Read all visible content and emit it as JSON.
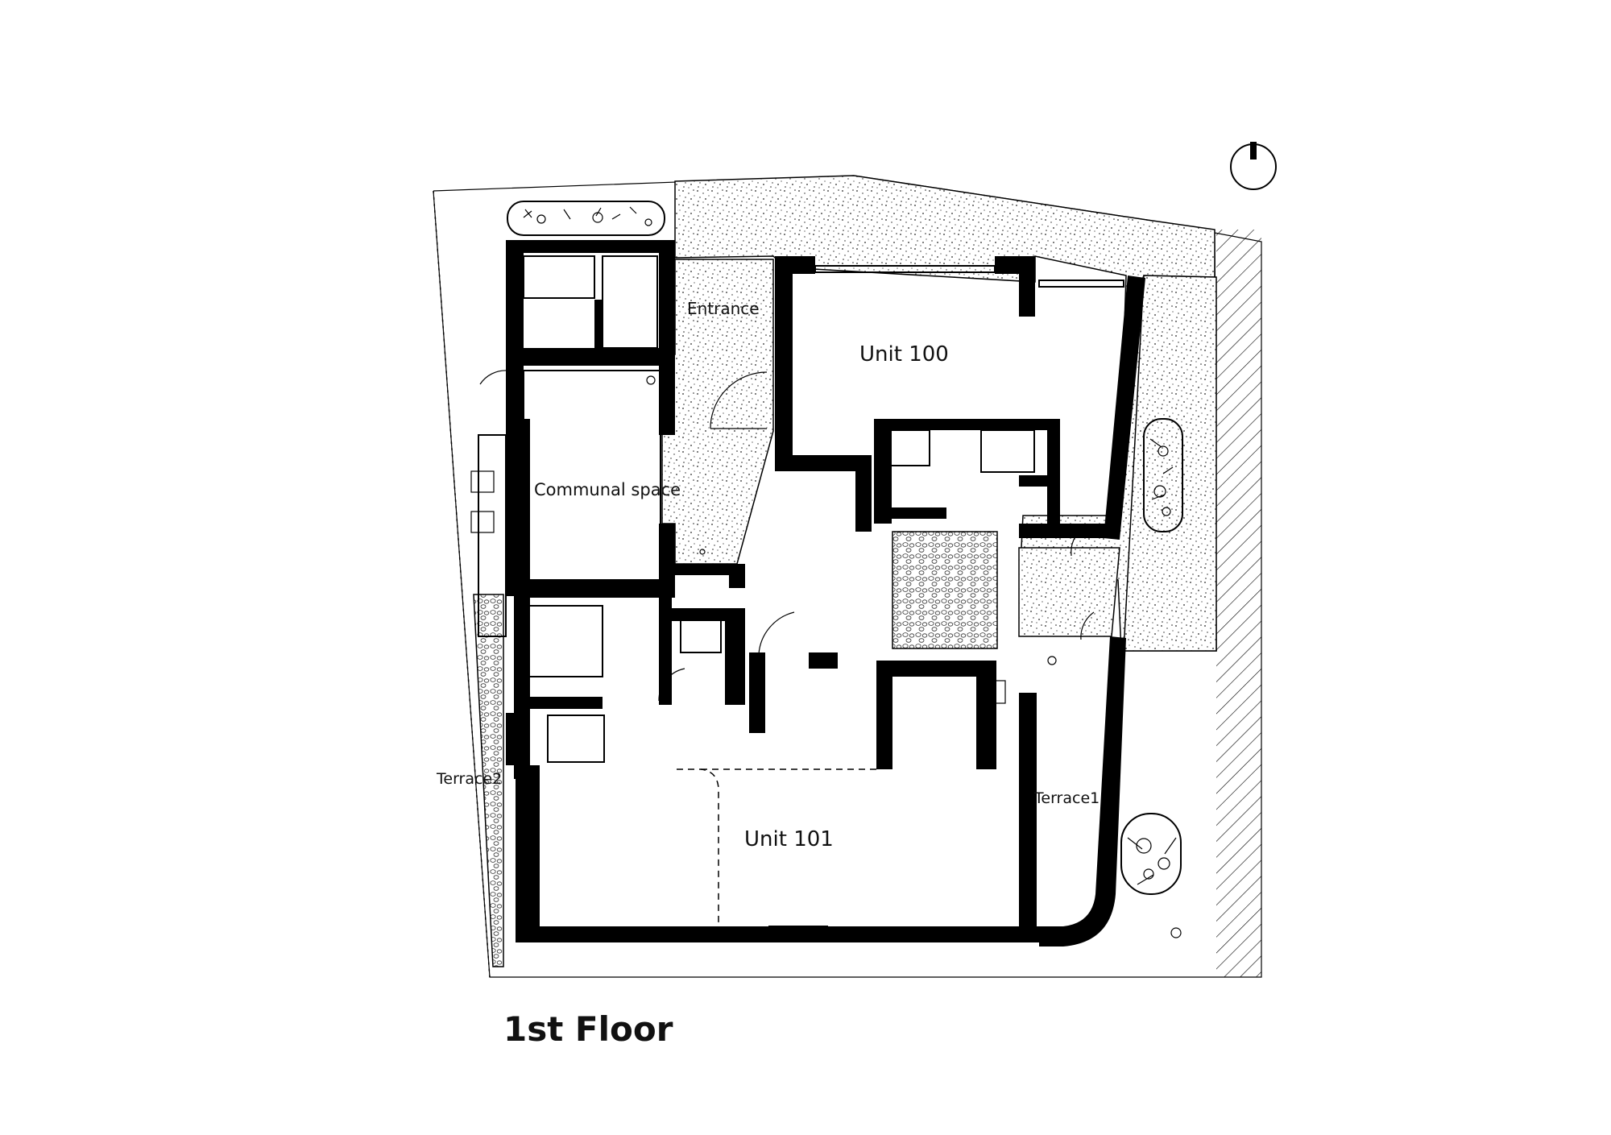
{
  "plan": {
    "title": "1st Floor",
    "rooms": {
      "entrance": "Entrance",
      "unit_100": "Unit 100",
      "communal_space": "Communal space",
      "unit_101": "Unit 101",
      "terrace_1": "Terrace1",
      "terrace_2": "Terrace2"
    },
    "icons": [
      "north-arrow-icon",
      "planter-icon",
      "shrub-icon"
    ]
  }
}
